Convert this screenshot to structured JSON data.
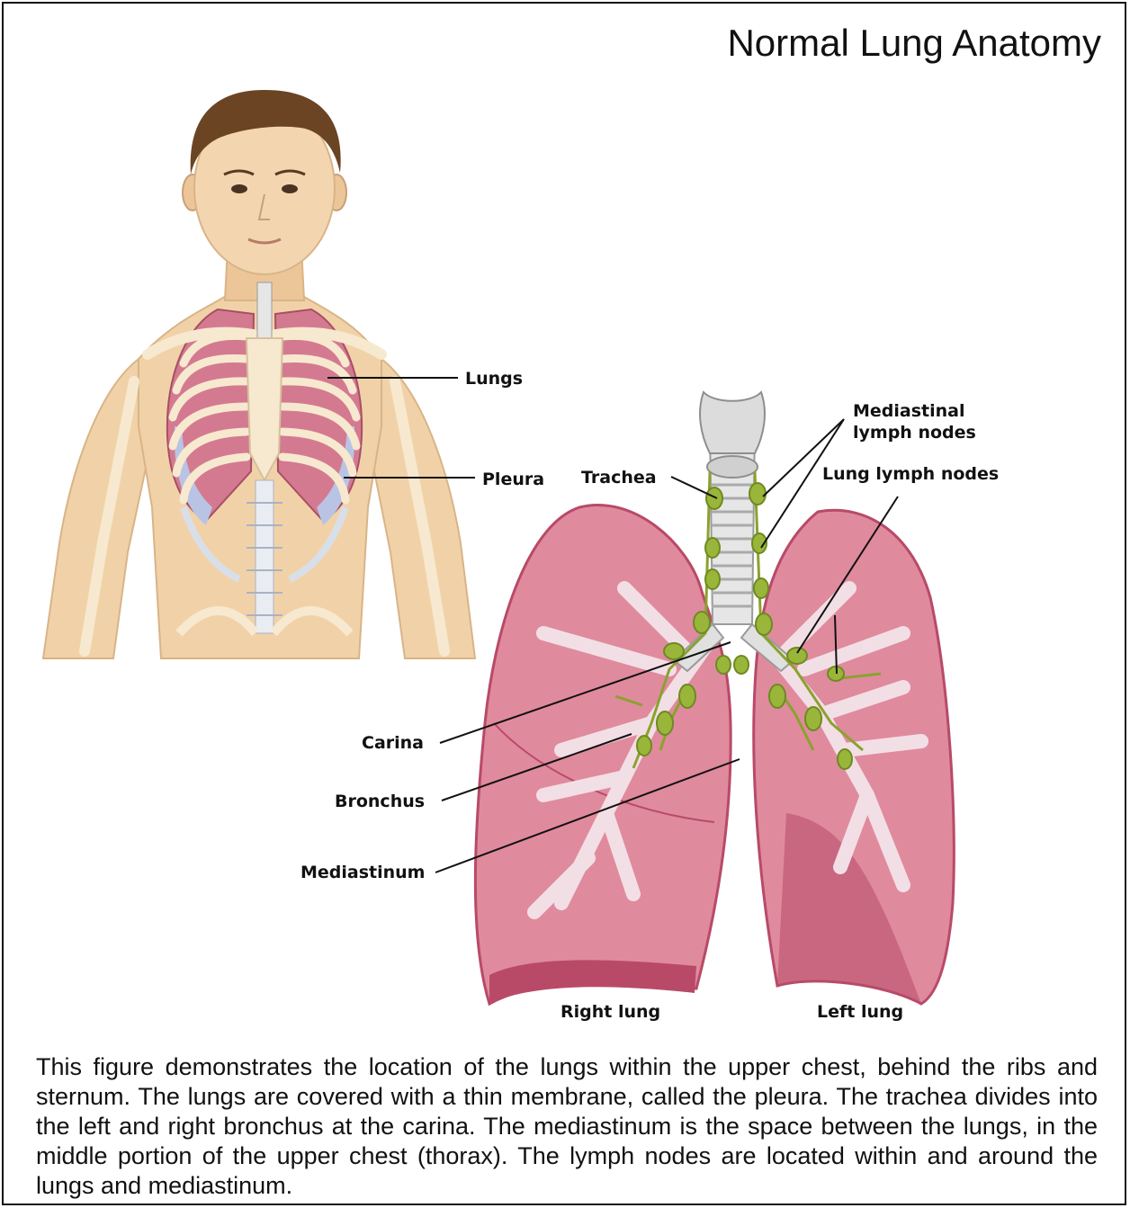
{
  "title": "Normal Lung Anatomy",
  "labels": {
    "lungs": "Lungs",
    "pleura": "Pleura",
    "trachea": "Trachea",
    "mediastinal_nodes_line1": "Mediastinal",
    "mediastinal_nodes_line2": "lymph nodes",
    "lung_lymph_nodes": "Lung lymph nodes",
    "carina": "Carina",
    "bronchus": "Bronchus",
    "mediastinum": "Mediastinum",
    "right_lung": "Right lung",
    "left_lung": "Left lung"
  },
  "caption": "This figure demonstrates the location of the lungs within the upper chest, behind the ribs and sternum. The lungs are covered with a thin membrane, called the pleura. The trachea divides into the left and right bronchus at the carina. The mediastinum is the space between the lungs, in the middle portion of the upper chest (thorax). The lymph nodes are located within and around the lungs and mediastinum.",
  "colors": {
    "skin": "#f1d2a8",
    "hair": "#6b4424",
    "lung": "#e08a9e",
    "lung_dark": "#b84a68",
    "bone": "#f7e9cf",
    "cartilage": "#dedede",
    "lymph": "#9ab63a"
  }
}
